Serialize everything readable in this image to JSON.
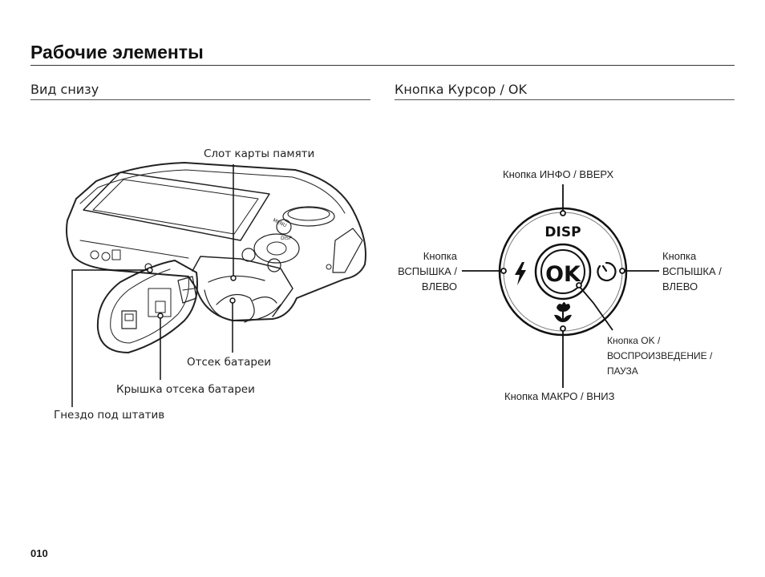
{
  "page": {
    "title": "Рабочие элементы",
    "page_number": "010"
  },
  "bottom_view": {
    "heading": "Вид снизу",
    "labels": {
      "memory_slot": "Слот карты памяти",
      "battery_bay": "Отсек батареи",
      "battery_cover": "Крышка отсека батареи",
      "tripod_socket": "Гнездо под штатив"
    },
    "body_marks": {
      "menu": "MENU",
      "disp": "DISP"
    }
  },
  "cursor_ok": {
    "heading": "Кнопка Курсор / OK",
    "dial": {
      "disp": "DISP",
      "ok": "OK"
    },
    "labels": {
      "up": "Кнопка ИНФО / ВВЕРХ",
      "left_1": "Кнопка",
      "left_2": "ВСПЫШКА /",
      "left_3": "ВЛЕВО",
      "right_1": "Кнопка",
      "right_2": "ВСПЫШКА /",
      "right_3": "ВЛЕВО",
      "ok_1": "Кнопка OK /",
      "ok_2": "ВОСПРОИЗВЕДЕНИЕ /",
      "ok_3": "ПАУЗА",
      "down": "Кнопка МАКРО / ВНИЗ"
    }
  }
}
